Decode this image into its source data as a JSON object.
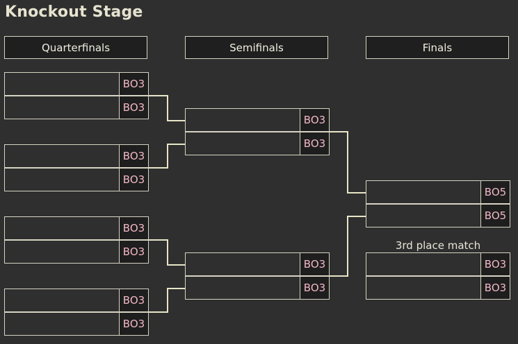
{
  "title": "Knockout Stage",
  "rounds": [
    {
      "label": "Quarterfinals"
    },
    {
      "label": "Semifinals"
    },
    {
      "label": "Finals"
    }
  ],
  "quarterfinals": [
    {
      "slots": [
        {
          "name": "",
          "format": "BO3"
        },
        {
          "name": "",
          "format": "BO3"
        }
      ]
    },
    {
      "slots": [
        {
          "name": "",
          "format": "BO3"
        },
        {
          "name": "",
          "format": "BO3"
        }
      ]
    },
    {
      "slots": [
        {
          "name": "",
          "format": "BO3"
        },
        {
          "name": "",
          "format": "BO3"
        }
      ]
    },
    {
      "slots": [
        {
          "name": "",
          "format": "BO3"
        },
        {
          "name": "",
          "format": "BO3"
        }
      ]
    }
  ],
  "semifinals": [
    {
      "slots": [
        {
          "name": "",
          "format": "BO3"
        },
        {
          "name": "",
          "format": "BO3"
        }
      ]
    },
    {
      "slots": [
        {
          "name": "",
          "format": "BO3"
        },
        {
          "name": "",
          "format": "BO3"
        }
      ]
    }
  ],
  "final": {
    "slots": [
      {
        "name": "",
        "format": "BO5"
      },
      {
        "name": "",
        "format": "BO5"
      }
    ]
  },
  "third_place": {
    "label": "3rd place match",
    "slots": [
      {
        "name": "",
        "format": "BO3"
      },
      {
        "name": "",
        "format": "BO3"
      }
    ]
  },
  "colors": {
    "background": "#2f2f2f",
    "format_text": "#f2b8c6",
    "lines": "#e8e6c8"
  }
}
